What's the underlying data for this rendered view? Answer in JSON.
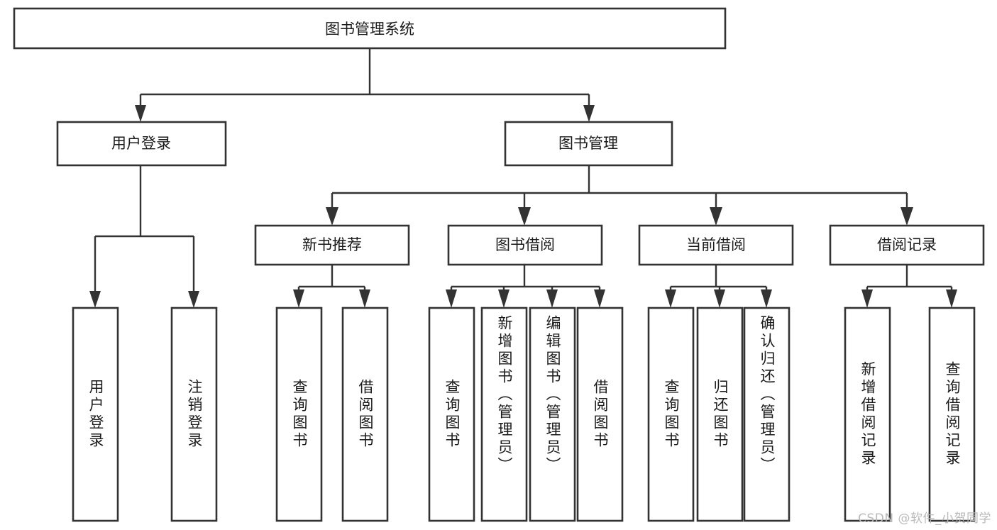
{
  "diagram": {
    "type": "tree-hierarchy-flowchart",
    "title_node": "图书管理系统",
    "watermark": "CSDN @软件_小贺同学",
    "colors": {
      "stroke": "#333333",
      "fill": "#ffffff",
      "text": "#1a1a1a",
      "watermark": "#b9b9b9",
      "background": "#ffffff"
    },
    "levels": {
      "level1": [
        "图书管理系统"
      ],
      "level2": [
        "用户登录",
        "图书管理"
      ],
      "level3": [
        "新书推荐",
        "图书借阅",
        "当前借阅",
        "借阅记录"
      ],
      "level4": [
        "用户登录",
        "注销登录",
        "查询图书",
        "借阅图书",
        "查询图书",
        "新增图书（管理员）",
        "编辑图书（管理员）",
        "借阅图书",
        "查询图书",
        "归还图书",
        "确认归还（管理员）",
        "新增借阅记录",
        "查询借阅记录"
      ]
    },
    "nodes": {
      "root": {
        "label": "图书管理系统"
      },
      "user_login": {
        "label": "用户登录"
      },
      "book_manage": {
        "label": "图书管理"
      },
      "new_book_rec": {
        "label": "新书推荐"
      },
      "book_borrow": {
        "label": "图书借阅"
      },
      "current_borrow": {
        "label": "当前借阅"
      },
      "borrow_record": {
        "label": "借阅记录"
      },
      "leaf_1": {
        "label": "用户登录"
      },
      "leaf_2": {
        "label": "注销登录"
      },
      "leaf_3": {
        "label": "查询图书"
      },
      "leaf_4": {
        "label": "借阅图书"
      },
      "leaf_5": {
        "label": "查询图书"
      },
      "leaf_6": {
        "label": "新增图书（管理员）"
      },
      "leaf_7": {
        "label": "编辑图书（管理员）"
      },
      "leaf_8": {
        "label": "借阅图书"
      },
      "leaf_9": {
        "label": "查询图书"
      },
      "leaf_10": {
        "label": "归还图书"
      },
      "leaf_11": {
        "label": "确认归还（管理员）"
      },
      "leaf_12": {
        "label": "新增借阅记录"
      },
      "leaf_13": {
        "label": "查询借阅记录"
      }
    },
    "edges": [
      {
        "from": "图书管理系统",
        "to": "用户登录"
      },
      {
        "from": "图书管理系统",
        "to": "图书管理"
      },
      {
        "from": "用户登录",
        "to": "用户登录"
      },
      {
        "from": "用户登录",
        "to": "注销登录"
      },
      {
        "from": "图书管理",
        "to": "新书推荐"
      },
      {
        "from": "图书管理",
        "to": "图书借阅"
      },
      {
        "from": "图书管理",
        "to": "当前借阅"
      },
      {
        "from": "图书管理",
        "to": "借阅记录"
      },
      {
        "from": "新书推荐",
        "to": "查询图书"
      },
      {
        "from": "新书推荐",
        "to": "借阅图书"
      },
      {
        "from": "图书借阅",
        "to": "查询图书"
      },
      {
        "from": "图书借阅",
        "to": "新增图书（管理员）"
      },
      {
        "from": "图书借阅",
        "to": "编辑图书（管理员）"
      },
      {
        "from": "图书借阅",
        "to": "借阅图书"
      },
      {
        "from": "当前借阅",
        "to": "查询图书"
      },
      {
        "from": "当前借阅",
        "to": "归还图书"
      },
      {
        "from": "当前借阅",
        "to": "确认归还（管理员）"
      },
      {
        "from": "借阅记录",
        "to": "新增借阅记录"
      },
      {
        "from": "借阅记录",
        "to": "查询借阅记录"
      }
    ]
  }
}
